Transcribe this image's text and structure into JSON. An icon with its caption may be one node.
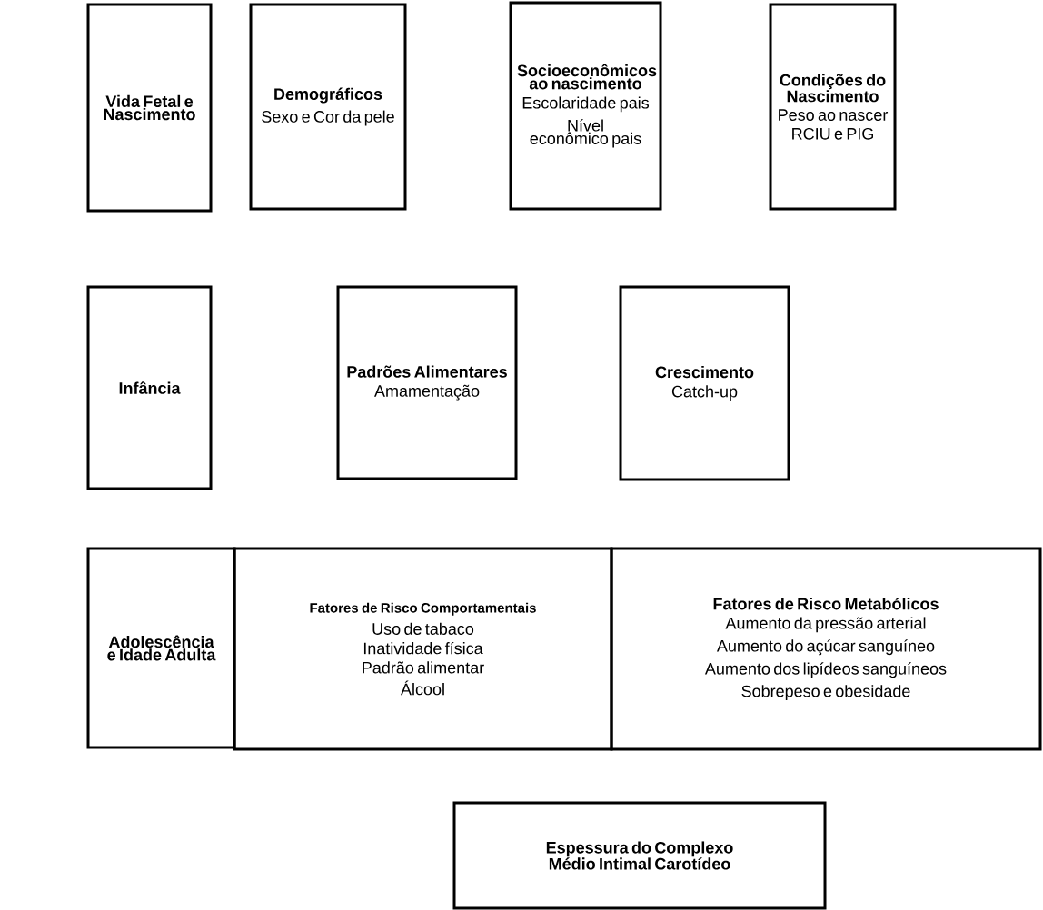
{
  "diagram": {
    "nodes": [
      {
        "text": [
          "Vida Fetal e Nascimento"
        ]
      },
      {
        "text": [
          "Demográficos",
          "Sexo e Cor da pele"
        ]
      },
      {
        "text": [
          "Socioeconômicos ao nascimento",
          "Escolaridade pais",
          "Nível econômico pais"
        ]
      },
      {
        "text": [
          "Condições do Nascimento",
          "Peso ao nascer",
          "RCIU e PIG"
        ]
      },
      {
        "text": [
          "Infância"
        ]
      },
      {
        "text": [
          "Padrões Alimentares",
          "Amamentação"
        ]
      },
      {
        "text": [
          "Crescimento",
          "Catch-up"
        ]
      },
      {
        "text": [
          "Adolescência e Idade Adulta"
        ]
      },
      {
        "text": [
          "Fatores de Risco Comportamentais",
          "Uso de tabaco",
          "Inatividade física",
          "Padrão alimentar",
          "Álcool"
        ]
      },
      {
        "text": [
          "Fatores de Risco Metabólicos",
          "Aumento da pressão arterial",
          "Aumento do açúcar sanguíneo",
          "Aumento dos lipídeos sanguíneos",
          "Sobrepeso e obesidade"
        ]
      },
      {
        "text": [
          "Espessura do Complexo Médio Intimal Carotídeo"
        ]
      }
    ]
  }
}
